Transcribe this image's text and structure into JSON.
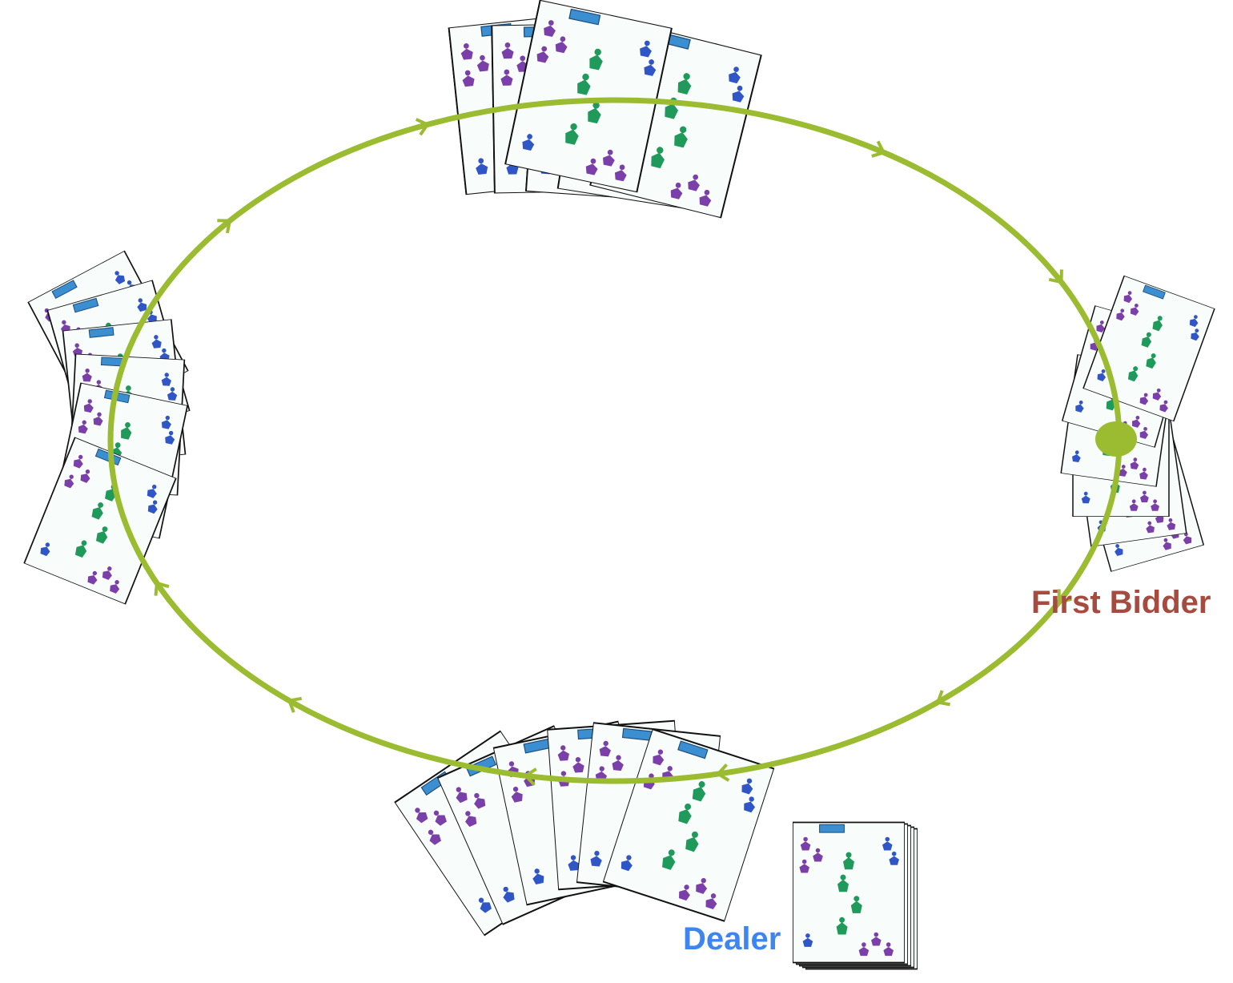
{
  "labels": {
    "first_bidder": "First Bidder",
    "dealer": "Dealer"
  },
  "colors": {
    "ring": "#9bbb30",
    "first_bidder": "#a64b3f",
    "dealer": "#3d86f0",
    "card_face": "#f8fcfb",
    "card_border": "#111111",
    "motif_purple": "#7a3fa8",
    "motif_green": "#1f9a5a",
    "motif_blue": "#2f55c7",
    "band": "#3b8fd0"
  },
  "icons": {
    "direction_arrow": "chevron-arrow-icon",
    "start_marker": "filled-circle-icon",
    "card_back": "card-back-icon"
  },
  "hands": [
    {
      "seat": "top",
      "cards": 6
    },
    {
      "seat": "left",
      "cards": 6
    },
    {
      "seat": "right",
      "cards": 6
    },
    {
      "seat": "bottom",
      "cards": 6
    }
  ],
  "deck": {
    "cards": 5
  }
}
